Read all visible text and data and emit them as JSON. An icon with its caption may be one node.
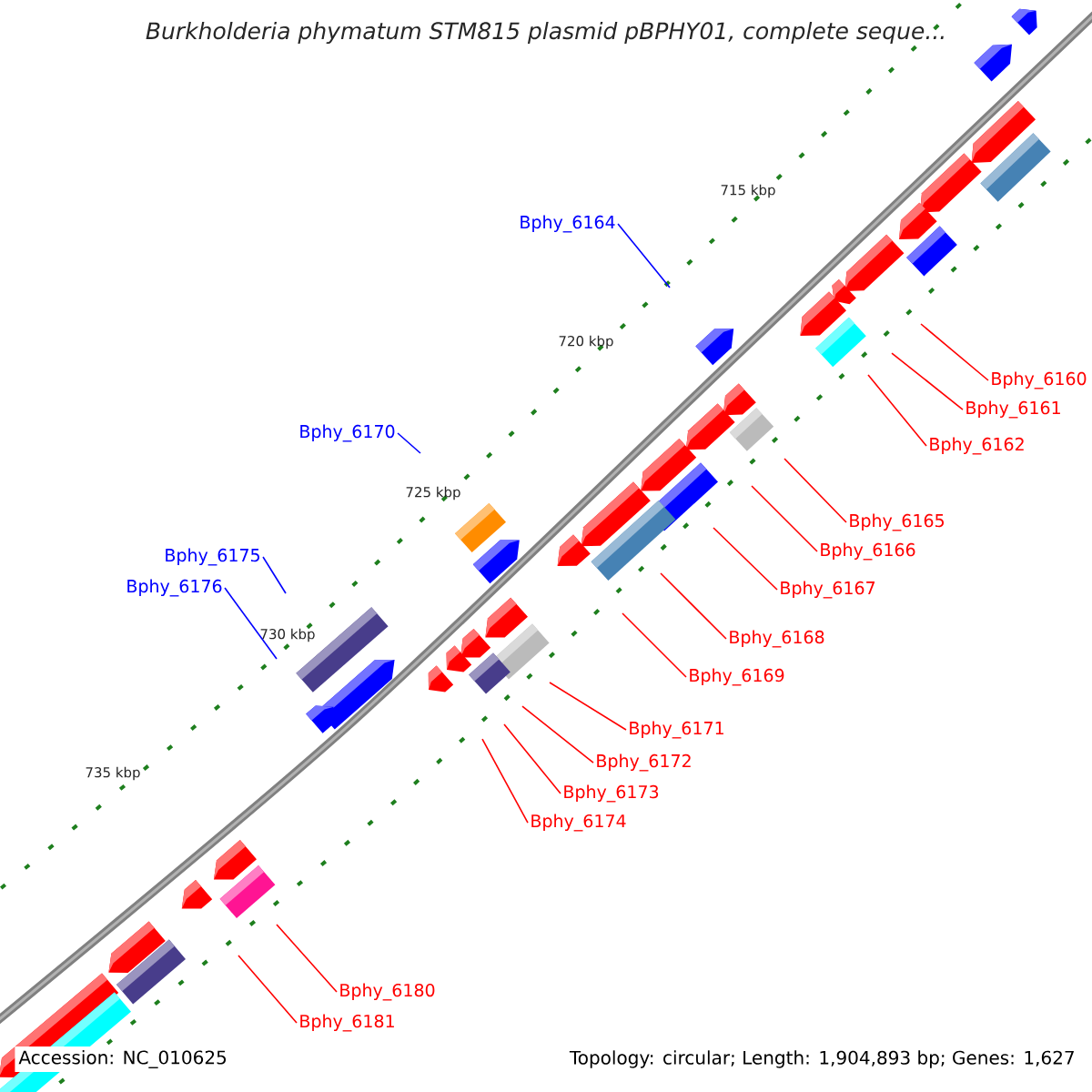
{
  "diagram": {
    "title": "Burkholderia phymatum STM815 plasmid pBPHY01, complete seque...",
    "nodes": [
      {
        "text": [
          "Bphy_6164"
        ]
      },
      {
        "text": [
          "Bphy_6160"
        ]
      },
      {
        "text": [
          "Bphy_6161"
        ]
      },
      {
        "text": [
          "Bphy_6162"
        ]
      },
      {
        "text": [
          "Bphy_6170"
        ]
      },
      {
        "text": [
          "Bphy_6165"
        ]
      },
      {
        "text": [
          "Bphy_6166"
        ]
      },
      {
        "text": [
          "Bphy_6175"
        ]
      },
      {
        "text": [
          "Bphy_6167"
        ]
      },
      {
        "text": [
          "Bphy_6176"
        ]
      },
      {
        "text": [
          "Bphy_6168"
        ]
      },
      {
        "text": [
          "Bphy_6169"
        ]
      },
      {
        "text": [
          "Bphy_6171"
        ]
      },
      {
        "text": [
          "Bphy_6172"
        ]
      },
      {
        "text": [
          "Bphy_6173"
        ]
      },
      {
        "text": [
          "Bphy_6174"
        ]
      },
      {
        "text": [
          "Bphy_6180"
        ]
      },
      {
        "text": [
          "Bphy_6181"
        ]
      }
    ],
    "edges": [
      {
        "from": 0,
        "to": null,
        "arrow": "none",
        "color": "#0000ff"
      },
      {
        "from": 1,
        "to": null,
        "arrow": "none"
      },
      {
        "from": 2,
        "to": null,
        "arrow": "none"
      },
      {
        "from": 3,
        "to": null,
        "arrow": "none"
      },
      {
        "from": 4,
        "to": null,
        "arrow": "none",
        "color": "#0000ff"
      },
      {
        "from": 5,
        "to": null,
        "arrow": "none"
      },
      {
        "from": 6,
        "to": null,
        "arrow": "none"
      },
      {
        "from": 7,
        "to": null,
        "arrow": "none",
        "color": "#0000ff"
      },
      {
        "from": 8,
        "to": null,
        "arrow": "none"
      },
      {
        "from": 9,
        "to": null,
        "arrow": "none",
        "color": "#0000ff"
      },
      {
        "from": 10,
        "to": null,
        "arrow": "none"
      },
      {
        "from": 11,
        "to": null,
        "arrow": "none"
      },
      {
        "from": 12,
        "to": null,
        "arrow": "none"
      },
      {
        "from": 13,
        "to": null,
        "arrow": "none"
      },
      {
        "from": 14,
        "to": null,
        "arrow": "none"
      },
      {
        "from": 15,
        "to": null,
        "arrow": "none"
      },
      {
        "from": 16,
        "to": null,
        "arrow": "none"
      },
      {
        "from": 17,
        "to": null,
        "arrow": "none"
      }
    ],
    "labels": [
      "715 kbp",
      "720 kbp",
      "725 kbp",
      "730 kbp",
      "735 kbp",
      "Accession: NC_010625",
      "Topology: circular; Length: 1,904,893 bp; Genes: 1,627"
    ]
  }
}
